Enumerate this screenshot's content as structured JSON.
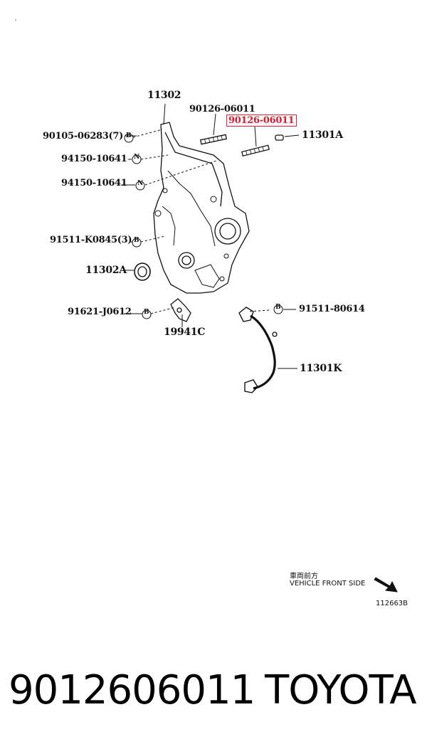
{
  "diagram": {
    "labels": {
      "cover": "11302",
      "stud_a": "90126-06011",
      "stud_b": "90126-06011",
      "cap": "11301A",
      "bolt_a": "90105-06283(7)",
      "gasket_a": "94150-10641",
      "gasket_b": "94150-10641",
      "bolt_b": "91511-K0845(3)",
      "seal": "11302A",
      "bolt_c": "91621-J0612",
      "bracket": "19941C",
      "bolt_d": "91511-80614",
      "sensor": "11301K"
    },
    "markers": {
      "b": "B",
      "n": "N"
    },
    "direction": {
      "jp": "車両前方",
      "en": "VEHICLE FRONT SIDE",
      "code": "112663B"
    }
  },
  "footer": {
    "part_number": "9012606011",
    "brand": "TOYOTA"
  },
  "colors": {
    "highlight": "#d42a3c",
    "ink": "#111111"
  }
}
